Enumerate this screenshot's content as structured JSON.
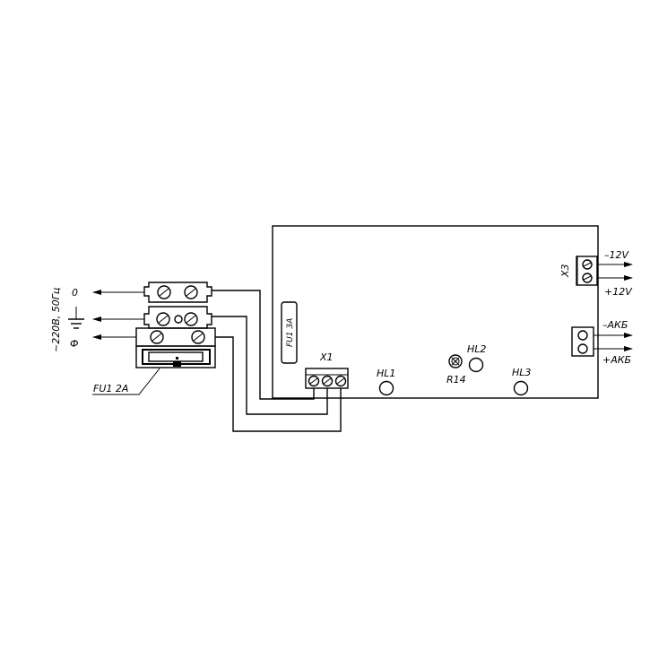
{
  "labels": {
    "zero": "0",
    "phase": "Ф",
    "mains": "~220В, 50Гц",
    "fu1_2a": "FU1 2A",
    "fu1_3a": "FU1 3A",
    "x1": "X1",
    "x3": "X3",
    "hl1": "HL1",
    "hl2": "HL2",
    "hl3": "HL3",
    "r14": "R14",
    "minus12": "–12V",
    "plus12": "+12V",
    "minus_akb": "–АКБ",
    "plus_akb": "+АКБ"
  }
}
